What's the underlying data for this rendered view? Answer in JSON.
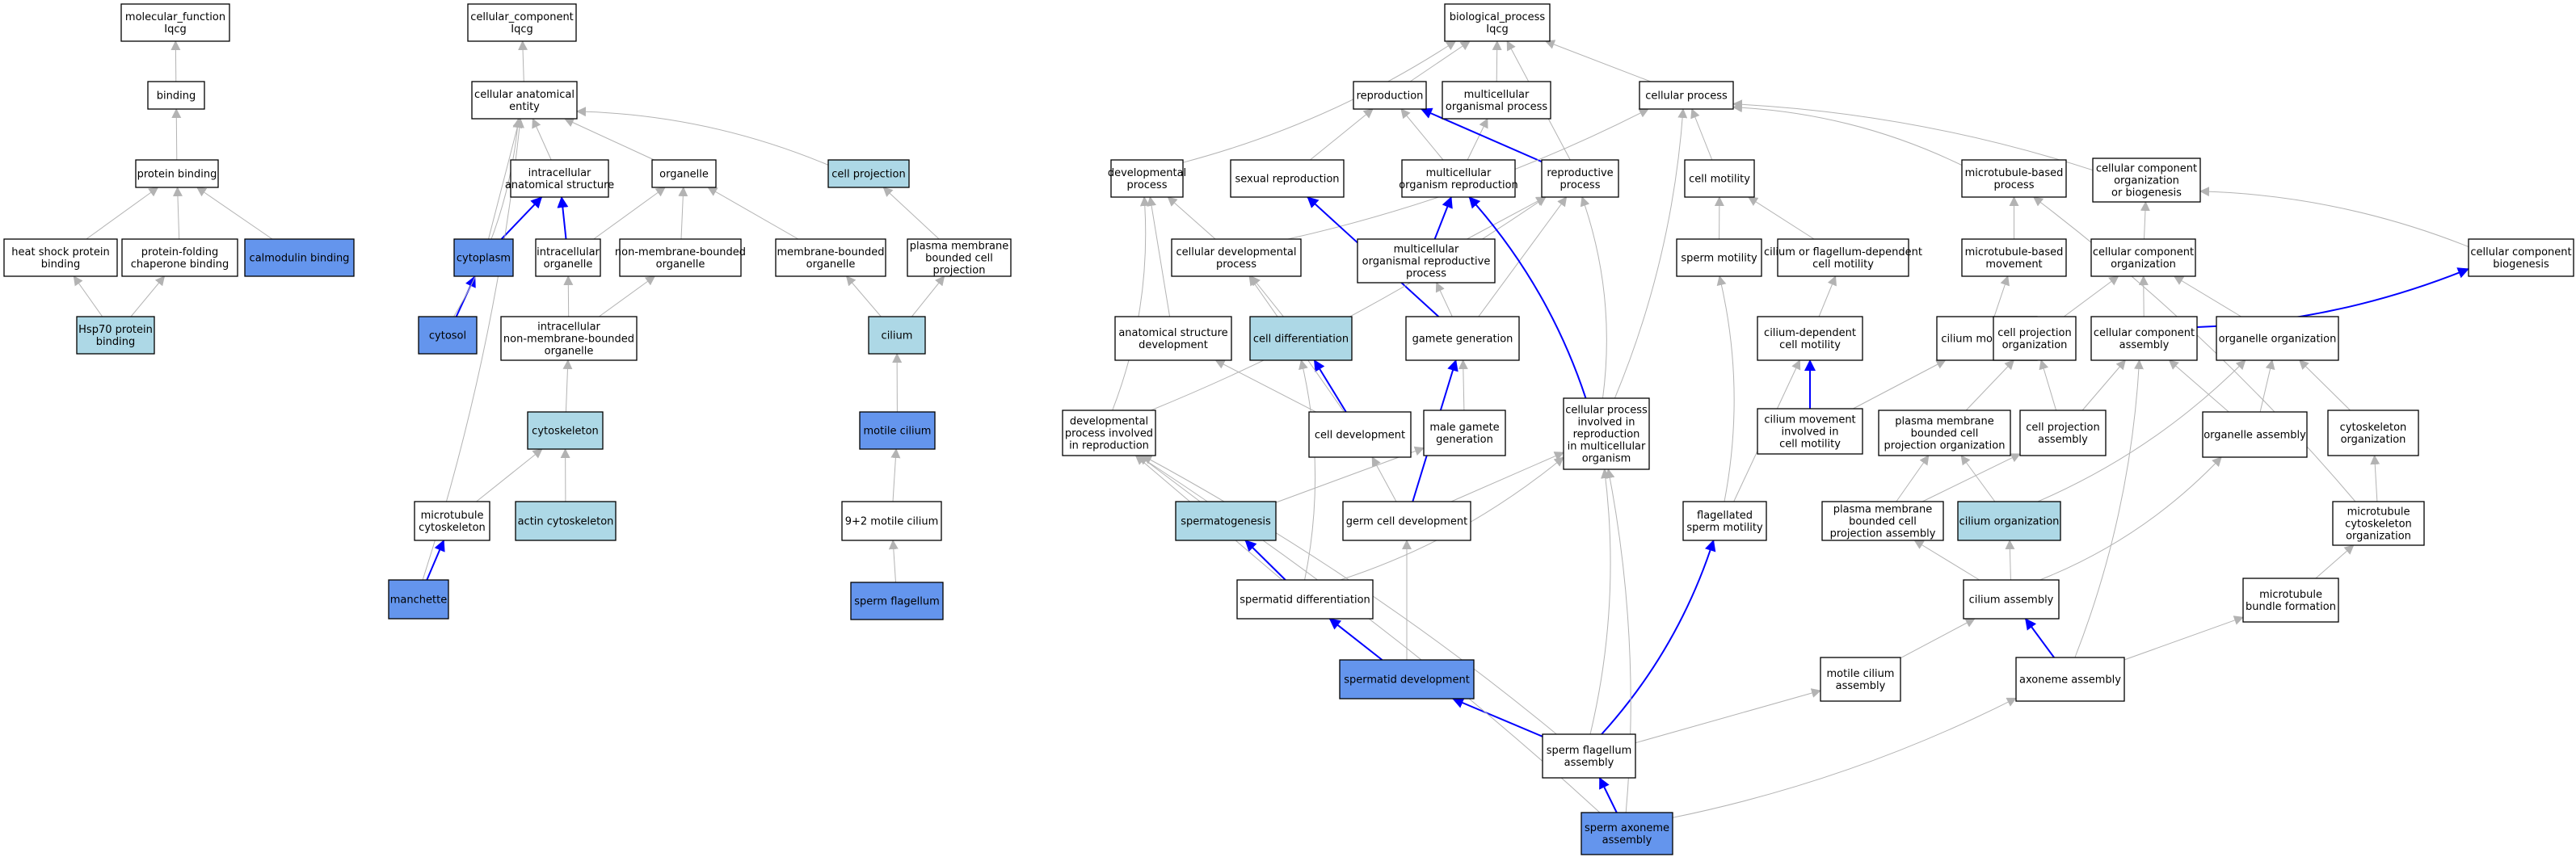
{
  "colors": {
    "plain": "#ffffff",
    "light": "#add8e6",
    "dark": "#6495ed",
    "grey_edge": "#b3b3b3",
    "blue_edge": "#0000ff"
  },
  "nodes": [
    {
      "id": "mf",
      "lines": [
        "molecular_function",
        "Iqcg"
      ],
      "fill": "plain"
    },
    {
      "id": "binding",
      "lines": [
        "binding"
      ],
      "fill": "plain"
    },
    {
      "id": "pb",
      "lines": [
        "protein binding"
      ],
      "fill": "plain"
    },
    {
      "id": "hspb",
      "lines": [
        "heat shock protein",
        "binding"
      ],
      "fill": "plain"
    },
    {
      "id": "pfcb",
      "lines": [
        "protein-folding",
        "chaperone binding"
      ],
      "fill": "plain"
    },
    {
      "id": "calb",
      "lines": [
        "calmodulin binding"
      ],
      "fill": "dark"
    },
    {
      "id": "hsp70",
      "lines": [
        "Hsp70 protein",
        "binding"
      ],
      "fill": "light"
    },
    {
      "id": "cc",
      "lines": [
        "cellular_component",
        "Iqcg"
      ],
      "fill": "plain"
    },
    {
      "id": "cae",
      "lines": [
        "cellular anatomical",
        "entity"
      ],
      "fill": "plain"
    },
    {
      "id": "ias",
      "lines": [
        "intracellular",
        "anatomical structure"
      ],
      "fill": "plain"
    },
    {
      "id": "organelle",
      "lines": [
        "organelle"
      ],
      "fill": "plain"
    },
    {
      "id": "cproj",
      "lines": [
        "cell projection"
      ],
      "fill": "light"
    },
    {
      "id": "cytoplasm",
      "lines": [
        "cytoplasm"
      ],
      "fill": "dark"
    },
    {
      "id": "io",
      "lines": [
        "intracellular",
        "organelle"
      ],
      "fill": "plain"
    },
    {
      "id": "nmbo",
      "lines": [
        "non-membrane-bounded",
        "organelle"
      ],
      "fill": "plain"
    },
    {
      "id": "mbo",
      "lines": [
        "membrane-bounded",
        "organelle"
      ],
      "fill": "plain"
    },
    {
      "id": "pmbcp",
      "lines": [
        "plasma membrane",
        "bounded cell",
        "projection"
      ],
      "fill": "plain"
    },
    {
      "id": "cytosol",
      "lines": [
        "cytosol"
      ],
      "fill": "dark"
    },
    {
      "id": "inmbo",
      "lines": [
        "intracellular",
        "non-membrane-bounded",
        "organelle"
      ],
      "fill": "plain"
    },
    {
      "id": "cilium",
      "lines": [
        "cilium"
      ],
      "fill": "light"
    },
    {
      "id": "cytoskeleton",
      "lines": [
        "cytoskeleton"
      ],
      "fill": "light"
    },
    {
      "id": "motcil",
      "lines": [
        "motile cilium"
      ],
      "fill": "dark"
    },
    {
      "id": "mtcyt",
      "lines": [
        "microtubule",
        "cytoskeleton"
      ],
      "fill": "plain"
    },
    {
      "id": "actcyt",
      "lines": [
        "actin cytoskeleton"
      ],
      "fill": "light"
    },
    {
      "id": "ninetwo",
      "lines": [
        "9+2 motile cilium"
      ],
      "fill": "plain"
    },
    {
      "id": "manchette",
      "lines": [
        "manchette"
      ],
      "fill": "dark"
    },
    {
      "id": "spflag",
      "lines": [
        "sperm flagellum"
      ],
      "fill": "dark"
    },
    {
      "id": "bp",
      "lines": [
        "biological_process",
        "Iqcg"
      ],
      "fill": "plain"
    },
    {
      "id": "repro",
      "lines": [
        "reproduction"
      ],
      "fill": "plain"
    },
    {
      "id": "multi",
      "lines": [
        "multicellular",
        "organismal process"
      ],
      "fill": "plain"
    },
    {
      "id": "cellproc",
      "lines": [
        "cellular process"
      ],
      "fill": "plain"
    },
    {
      "id": "devproc",
      "lines": [
        "developmental",
        "process"
      ],
      "fill": "plain"
    },
    {
      "id": "sexrep",
      "lines": [
        "sexual reproduction"
      ],
      "fill": "plain"
    },
    {
      "id": "multirep",
      "lines": [
        "multicellular",
        "organism reproduction"
      ],
      "fill": "plain"
    },
    {
      "id": "reprodproc",
      "lines": [
        "reproductive",
        "process"
      ],
      "fill": "plain"
    },
    {
      "id": "cellmot",
      "lines": [
        "cell motility"
      ],
      "fill": "plain"
    },
    {
      "id": "mtbp",
      "lines": [
        "microtubule-based",
        "process"
      ],
      "fill": "plain"
    },
    {
      "id": "ccob",
      "lines": [
        "cellular component",
        "organization",
        "or biogenesis"
      ],
      "fill": "plain"
    },
    {
      "id": "celldevproc",
      "lines": [
        "cellular developmental",
        "process"
      ],
      "fill": "plain"
    },
    {
      "id": "morp",
      "lines": [
        "multicellular",
        "organismal reproductive",
        "process"
      ],
      "fill": "plain"
    },
    {
      "id": "spmot",
      "lines": [
        "sperm motility"
      ],
      "fill": "plain"
    },
    {
      "id": "cfdcm",
      "lines": [
        "cilium or flagellum-dependent",
        "cell motility"
      ],
      "fill": "plain"
    },
    {
      "id": "mtbm",
      "lines": [
        "microtubule-based",
        "movement"
      ],
      "fill": "plain"
    },
    {
      "id": "cco",
      "lines": [
        "cellular component",
        "organization"
      ],
      "fill": "plain"
    },
    {
      "id": "ccbio",
      "lines": [
        "cellular component",
        "biogenesis"
      ],
      "fill": "plain"
    },
    {
      "id": "asd",
      "lines": [
        "anatomical structure",
        "development"
      ],
      "fill": "plain"
    },
    {
      "id": "celldiff",
      "lines": [
        "cell differentiation"
      ],
      "fill": "light"
    },
    {
      "id": "gamgen",
      "lines": [
        "gamete generation"
      ],
      "fill": "plain"
    },
    {
      "id": "cdcm",
      "lines": [
        "cilium-dependent",
        "cell motility"
      ],
      "fill": "plain"
    },
    {
      "id": "cilmov",
      "lines": [
        "cilium movement"
      ],
      "fill": "plain"
    },
    {
      "id": "cpo",
      "lines": [
        "cell projection",
        "organization"
      ],
      "fill": "plain"
    },
    {
      "id": "cca",
      "lines": [
        "cellular component",
        "assembly"
      ],
      "fill": "plain"
    },
    {
      "id": "orgorg",
      "lines": [
        "organelle organization"
      ],
      "fill": "plain"
    },
    {
      "id": "dpir",
      "lines": [
        "developmental",
        "process involved",
        "in reproduction"
      ],
      "fill": "plain"
    },
    {
      "id": "celldev",
      "lines": [
        "cell development"
      ],
      "fill": "plain"
    },
    {
      "id": "malegam",
      "lines": [
        "male gamete",
        "generation"
      ],
      "fill": "plain"
    },
    {
      "id": "cpirmo",
      "lines": [
        "cellular process",
        "involved in",
        "reproduction",
        "in multicellular",
        "organism"
      ],
      "fill": "plain"
    },
    {
      "id": "cmircm",
      "lines": [
        "cilium movement",
        "involved in",
        "cell motility"
      ],
      "fill": "plain"
    },
    {
      "id": "pmbcpo",
      "lines": [
        "plasma membrane",
        "bounded cell",
        "projection organization"
      ],
      "fill": "plain"
    },
    {
      "id": "cpa",
      "lines": [
        "cell projection",
        "assembly"
      ],
      "fill": "plain"
    },
    {
      "id": "orgasm",
      "lines": [
        "organelle assembly"
      ],
      "fill": "plain"
    },
    {
      "id": "cytorg",
      "lines": [
        "cytoskeleton",
        "organization"
      ],
      "fill": "plain"
    },
    {
      "id": "spermatog",
      "lines": [
        "spermatogenesis"
      ],
      "fill": "light"
    },
    {
      "id": "gcd",
      "lines": [
        "germ cell development"
      ],
      "fill": "plain"
    },
    {
      "id": "flagsm",
      "lines": [
        "flagellated",
        "sperm motility"
      ],
      "fill": "plain"
    },
    {
      "id": "pmbcpa",
      "lines": [
        "plasma membrane",
        "bounded cell",
        "projection assembly"
      ],
      "fill": "plain"
    },
    {
      "id": "cilorg",
      "lines": [
        "cilium organization"
      ],
      "fill": "light"
    },
    {
      "id": "mtco",
      "lines": [
        "microtubule",
        "cytoskeleton",
        "organization"
      ],
      "fill": "plain"
    },
    {
      "id": "spdiff",
      "lines": [
        "spermatid differentiation"
      ],
      "fill": "plain"
    },
    {
      "id": "cilasm",
      "lines": [
        "cilium assembly"
      ],
      "fill": "plain"
    },
    {
      "id": "mtbf",
      "lines": [
        "microtubule",
        "bundle formation"
      ],
      "fill": "plain"
    },
    {
      "id": "spdev",
      "lines": [
        "spermatid development"
      ],
      "fill": "dark"
    },
    {
      "id": "motcilasm",
      "lines": [
        "motile cilium",
        "assembly"
      ],
      "fill": "plain"
    },
    {
      "id": "axasm",
      "lines": [
        "axoneme assembly"
      ],
      "fill": "plain"
    },
    {
      "id": "sfa",
      "lines": [
        "sperm flagellum",
        "assembly"
      ],
      "fill": "plain"
    },
    {
      "id": "saa",
      "lines": [
        "sperm axoneme",
        "assembly"
      ],
      "fill": "dark"
    }
  ],
  "edges": [
    [
      "binding",
      "mf",
      "g"
    ],
    [
      "pb",
      "binding",
      "g"
    ],
    [
      "hspb",
      "pb",
      "g"
    ],
    [
      "pfcb",
      "pb",
      "g"
    ],
    [
      "calb",
      "pb",
      "g"
    ],
    [
      "hsp70",
      "hspb",
      "g"
    ],
    [
      "hsp70",
      "pfcb",
      "g"
    ],
    [
      "cae",
      "cc",
      "g"
    ],
    [
      "ias",
      "cae",
      "g"
    ],
    [
      "organelle",
      "cae",
      "g"
    ],
    [
      "cproj",
      "cae",
      "g"
    ],
    [
      "cytoplasm",
      "ias",
      "b"
    ],
    [
      "cytoplasm",
      "cae",
      "g"
    ],
    [
      "io",
      "ias",
      "b"
    ],
    [
      "io",
      "organelle",
      "g"
    ],
    [
      "nmbo",
      "organelle",
      "g"
    ],
    [
      "mbo",
      "organelle",
      "g"
    ],
    [
      "pmbcp",
      "cproj",
      "g"
    ],
    [
      "cytosol",
      "cytoplasm",
      "b"
    ],
    [
      "cytosol",
      "cae",
      "g"
    ],
    [
      "inmbo",
      "io",
      "g"
    ],
    [
      "inmbo",
      "nmbo",
      "g"
    ],
    [
      "cilium",
      "mbo",
      "g"
    ],
    [
      "cilium",
      "pmbcp",
      "g"
    ],
    [
      "cytoskeleton",
      "inmbo",
      "g"
    ],
    [
      "motcil",
      "cilium",
      "g"
    ],
    [
      "mtcyt",
      "cytoskeleton",
      "g"
    ],
    [
      "actcyt",
      "cytoskeleton",
      "g"
    ],
    [
      "ninetwo",
      "motcil",
      "g"
    ],
    [
      "manchette",
      "mtcyt",
      "b"
    ],
    [
      "manchette",
      "cae",
      "g"
    ],
    [
      "spflag",
      "ninetwo",
      "g"
    ],
    [
      "repro",
      "bp",
      "g"
    ],
    [
      "multi",
      "bp",
      "g"
    ],
    [
      "cellproc",
      "bp",
      "g"
    ],
    [
      "devproc",
      "bp",
      "g"
    ],
    [
      "reprodproc",
      "bp",
      "g"
    ],
    [
      "sexrep",
      "repro",
      "g"
    ],
    [
      "multirep",
      "repro",
      "g"
    ],
    [
      "multirep",
      "multi",
      "g"
    ],
    [
      "reprodproc",
      "repro",
      "b"
    ],
    [
      "cellmot",
      "cellproc",
      "g"
    ],
    [
      "mtbp",
      "cellproc",
      "g"
    ],
    [
      "ccob",
      "cellproc",
      "g"
    ],
    [
      "celldevproc",
      "devproc",
      "g"
    ],
    [
      "celldevproc",
      "cellproc",
      "g"
    ],
    [
      "morp",
      "multirep",
      "b"
    ],
    [
      "morp",
      "reprodproc",
      "g"
    ],
    [
      "spmot",
      "cellmot",
      "g"
    ],
    [
      "cfdcm",
      "cellmot",
      "g"
    ],
    [
      "mtbm",
      "mtbp",
      "g"
    ],
    [
      "cco",
      "ccob",
      "g"
    ],
    [
      "ccbio",
      "ccob",
      "g"
    ],
    [
      "asd",
      "devproc",
      "g"
    ],
    [
      "celldiff",
      "celldevproc",
      "g"
    ],
    [
      "gamgen",
      "sexrep",
      "b"
    ],
    [
      "gamgen",
      "morp",
      "g"
    ],
    [
      "gamgen",
      "reprodproc",
      "g"
    ],
    [
      "cdcm",
      "cfdcm",
      "g"
    ],
    [
      "cilmov",
      "mtbm",
      "g"
    ],
    [
      "cpo",
      "cco",
      "g"
    ],
    [
      "cca",
      "cco",
      "g"
    ],
    [
      "cca",
      "ccbio",
      "b"
    ],
    [
      "orgorg",
      "cco",
      "g"
    ],
    [
      "dpir",
      "devproc",
      "g"
    ],
    [
      "dpir",
      "reprodproc",
      "g"
    ],
    [
      "celldev",
      "celldiff",
      "b"
    ],
    [
      "celldev",
      "asd",
      "g"
    ],
    [
      "celldev",
      "celldevproc",
      "g"
    ],
    [
      "malegam",
      "gamgen",
      "g"
    ],
    [
      "cpirmo",
      "multirep",
      "b"
    ],
    [
      "cpirmo",
      "reprodproc",
      "g"
    ],
    [
      "cpirmo",
      "cellproc",
      "g"
    ],
    [
      "cmircm",
      "cdcm",
      "b"
    ],
    [
      "cmircm",
      "cilmov",
      "g"
    ],
    [
      "pmbcpo",
      "cpo",
      "g"
    ],
    [
      "cpa",
      "cpo",
      "g"
    ],
    [
      "cpa",
      "cca",
      "g"
    ],
    [
      "orgasm",
      "orgorg",
      "g"
    ],
    [
      "orgasm",
      "cca",
      "g"
    ],
    [
      "cytorg",
      "orgorg",
      "g"
    ],
    [
      "spermatog",
      "dpir",
      "g"
    ],
    [
      "spermatog",
      "malegam",
      "g"
    ],
    [
      "gcd",
      "gamgen",
      "b"
    ],
    [
      "gcd",
      "cpirmo",
      "g"
    ],
    [
      "gcd",
      "celldev",
      "g"
    ],
    [
      "flagsm",
      "spmot",
      "g"
    ],
    [
      "flagsm",
      "cdcm",
      "g"
    ],
    [
      "pmbcpa",
      "pmbcpo",
      "g"
    ],
    [
      "pmbcpa",
      "cpa",
      "g"
    ],
    [
      "cilorg",
      "pmbcpo",
      "g"
    ],
    [
      "cilorg",
      "orgorg",
      "g"
    ],
    [
      "mtco",
      "cytorg",
      "g"
    ],
    [
      "mtco",
      "mtbp",
      "g"
    ],
    [
      "spdiff",
      "spermatog",
      "b"
    ],
    [
      "spdiff",
      "cpirmo",
      "g"
    ],
    [
      "spdiff",
      "dpir",
      "g"
    ],
    [
      "spdiff",
      "celldiff",
      "g"
    ],
    [
      "cilasm",
      "cilorg",
      "g"
    ],
    [
      "cilasm",
      "pmbcpa",
      "g"
    ],
    [
      "cilasm",
      "orgasm",
      "g"
    ],
    [
      "mtbf",
      "mtco",
      "g"
    ],
    [
      "spdev",
      "spdiff",
      "b"
    ],
    [
      "spdev",
      "gcd",
      "g"
    ],
    [
      "motcilasm",
      "cilasm",
      "g"
    ],
    [
      "axasm",
      "cilasm",
      "b"
    ],
    [
      "axasm",
      "cca",
      "g"
    ],
    [
      "axasm",
      "mtbf",
      "g"
    ],
    [
      "sfa",
      "spdev",
      "b"
    ],
    [
      "sfa",
      "flagsm",
      "b"
    ],
    [
      "sfa",
      "motcilasm",
      "g"
    ],
    [
      "sfa",
      "cpirmo",
      "g"
    ],
    [
      "sfa",
      "dpir",
      "g"
    ],
    [
      "saa",
      "sfa",
      "b"
    ],
    [
      "saa",
      "axasm",
      "g"
    ],
    [
      "saa",
      "cpirmo",
      "g"
    ],
    [
      "saa",
      "dpir",
      "g"
    ]
  ]
}
